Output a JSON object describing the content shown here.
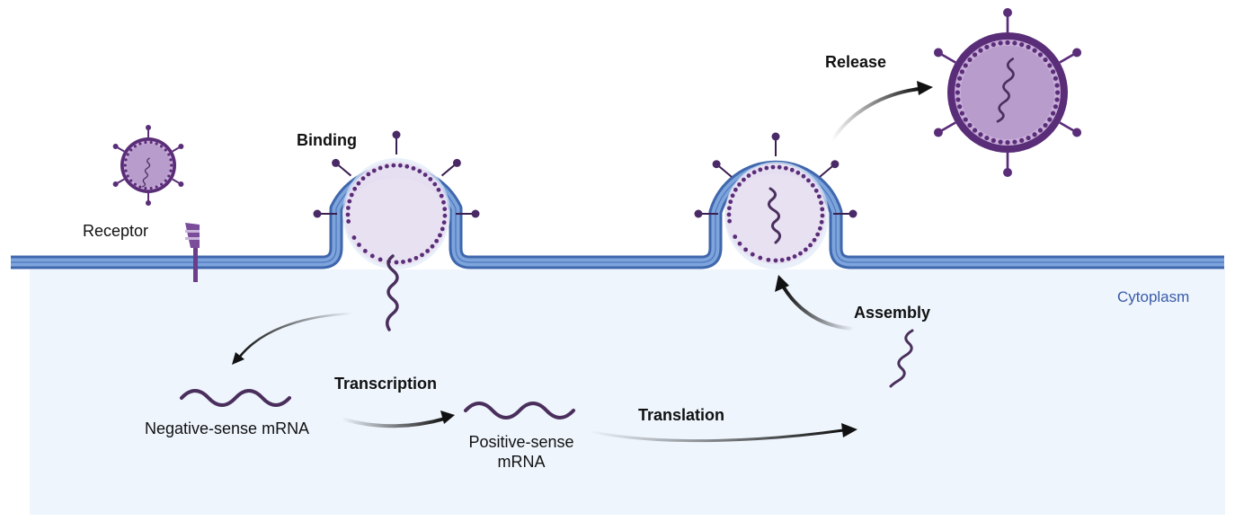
{
  "labels": {
    "receptor": "Receptor",
    "binding": "Binding",
    "release": "Release",
    "cytoplasm": "Cytoplasm",
    "assembly": "Assembly",
    "transcription": "Transcription",
    "translation": "Translation",
    "negative_mrna": "Negative-sense mRNA",
    "positive_mrna_line1": "Positive-sense",
    "positive_mrna_line2": "mRNA"
  },
  "colors": {
    "membrane": "#5b86c9",
    "membrane_dark": "#3f67ad",
    "cytoplasm": "#eef5fd",
    "virus_fill": "#b79ccc",
    "virus_ring": "#5a2d78",
    "rna": "#4a2f5c",
    "arrow": "#111111"
  }
}
